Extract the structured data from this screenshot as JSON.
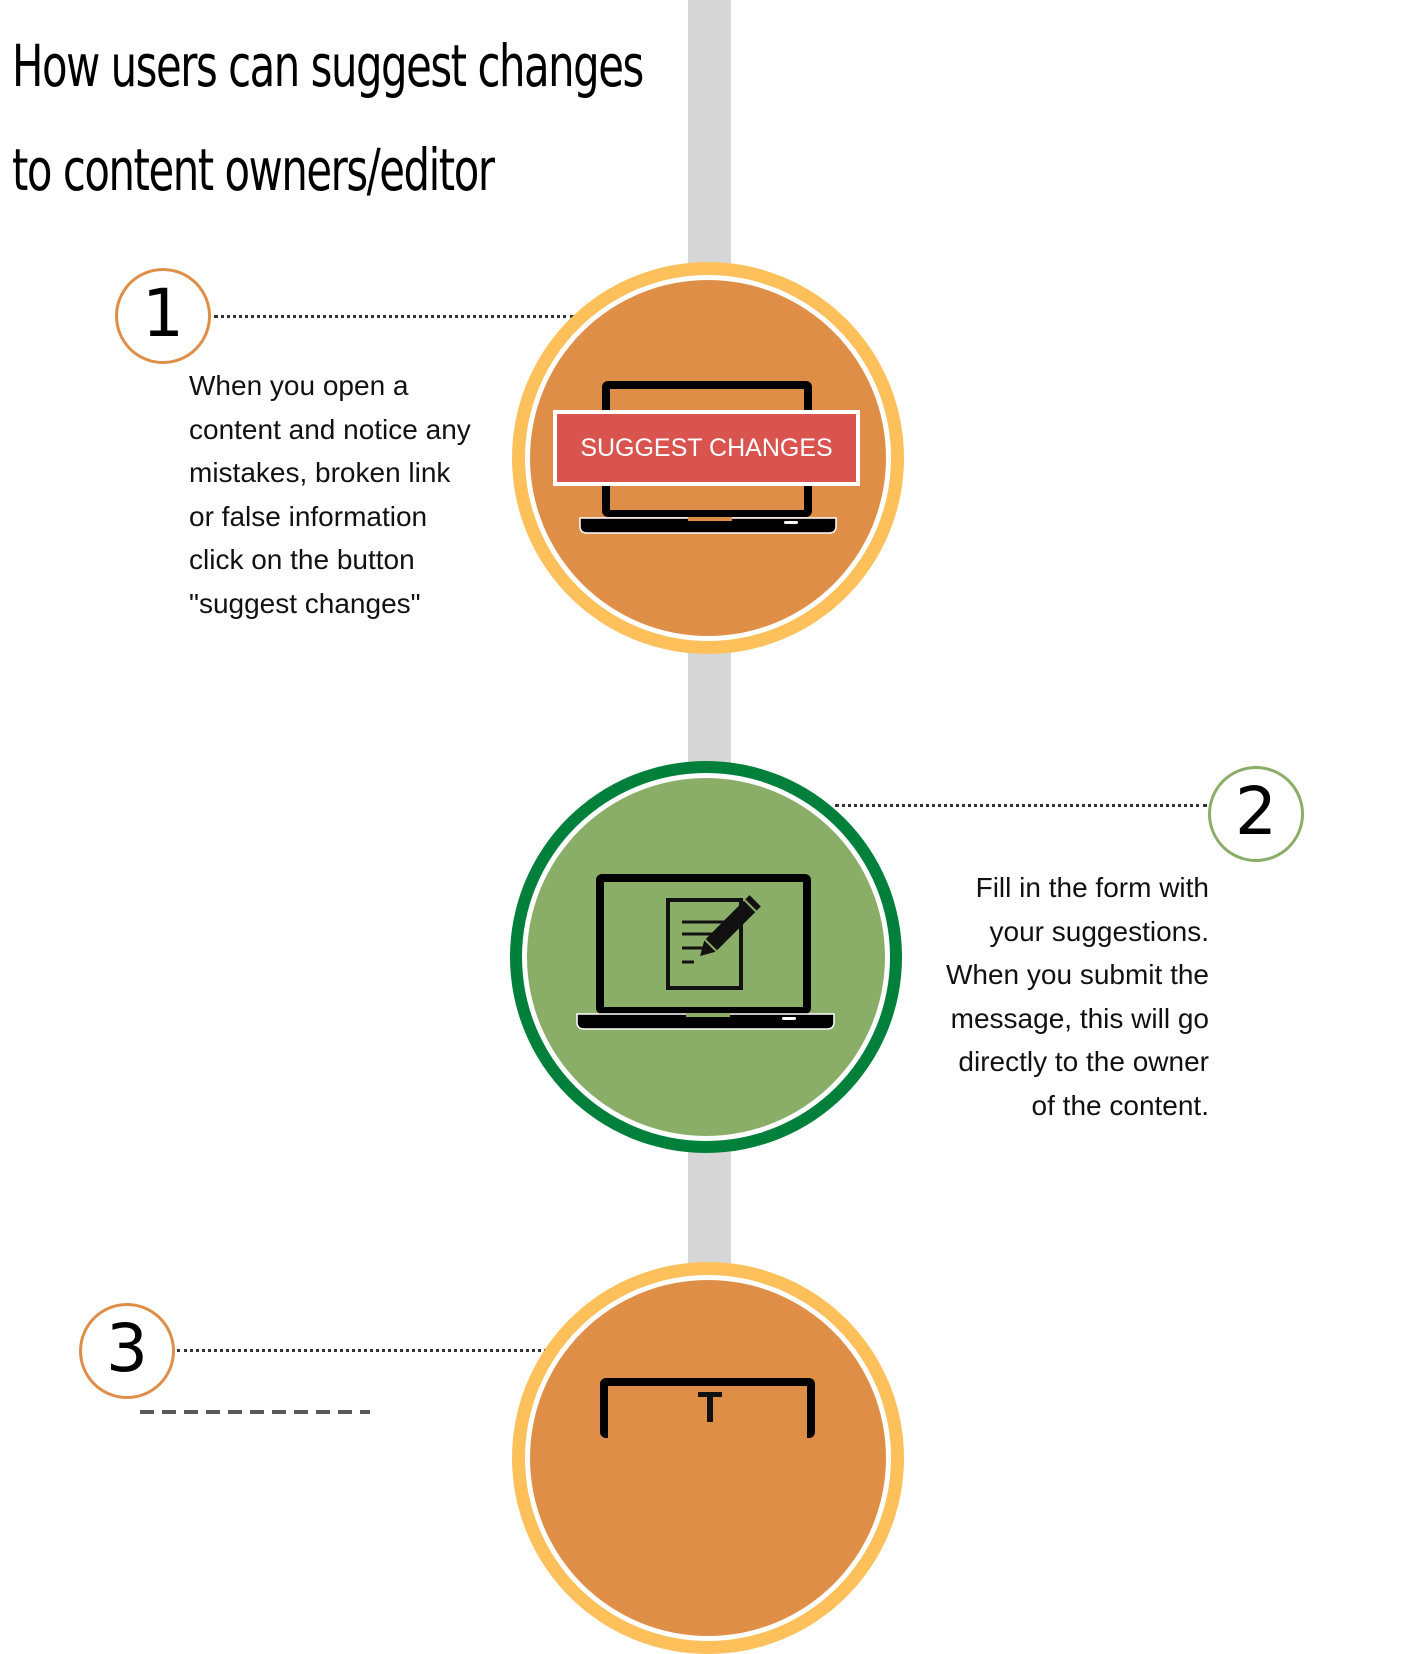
{
  "title_line1": "How users can suggest changes",
  "title_line2": "to content owners/editor",
  "colors": {
    "timeline": "#d6d6d6",
    "orange_fill": "#df8e48",
    "orange_ring": "#fdc05a",
    "green_fill": "#8aad68",
    "green_ring": "#00803a",
    "button_red": "#d9534f"
  },
  "steps": [
    {
      "number": "1",
      "lines": [
        "When you open a",
        "content and notice any",
        "mistakes, broken link",
        "or false information",
        "click on the button",
        "\"suggest changes\""
      ],
      "button_label": "SUGGEST CHANGES",
      "icon": "laptop-icon"
    },
    {
      "number": "2",
      "lines": [
        "Fill in the form with",
        "your suggestions.",
        "When you submit the",
        "message, this will go",
        "directly to the owner",
        "of the content."
      ],
      "icon": "laptop-form-edit-icon"
    },
    {
      "number": "3",
      "icon": "laptop-text-cursor-icon"
    }
  ]
}
